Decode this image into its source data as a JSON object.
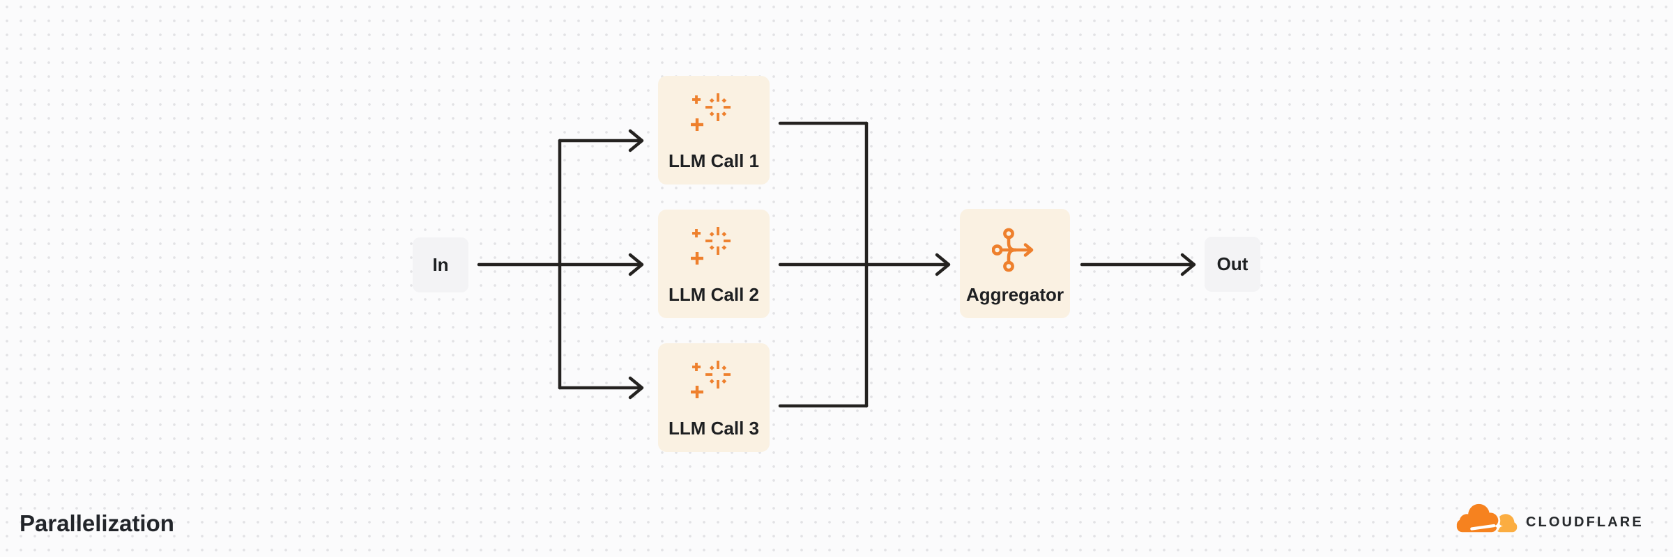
{
  "title": "Parallelization",
  "brand": {
    "name": "CLOUDFLARE"
  },
  "diagram": {
    "input_label": "In",
    "output_label": "Out",
    "llm_calls": [
      {
        "label": "LLM Call 1"
      },
      {
        "label": "LLM Call 2"
      },
      {
        "label": "LLM Call 3"
      }
    ],
    "aggregator_label": "Aggregator"
  },
  "icons": {
    "llm_call": "sparkles-icon",
    "aggregator": "merge-icon",
    "brand": "cloudflare-logo-icon"
  },
  "colors": {
    "accent_orange": "#EE802D",
    "logo_orange": "#F6821F",
    "logo_orange_light": "#FBAD41",
    "node_cream": "#FAF1E2",
    "node_gray": "#F3F3F5",
    "arrow_black": "#242220",
    "text_dark": "#1D1F21",
    "background": "#FBFBFC",
    "dot_grid": "#E2E2E5"
  }
}
